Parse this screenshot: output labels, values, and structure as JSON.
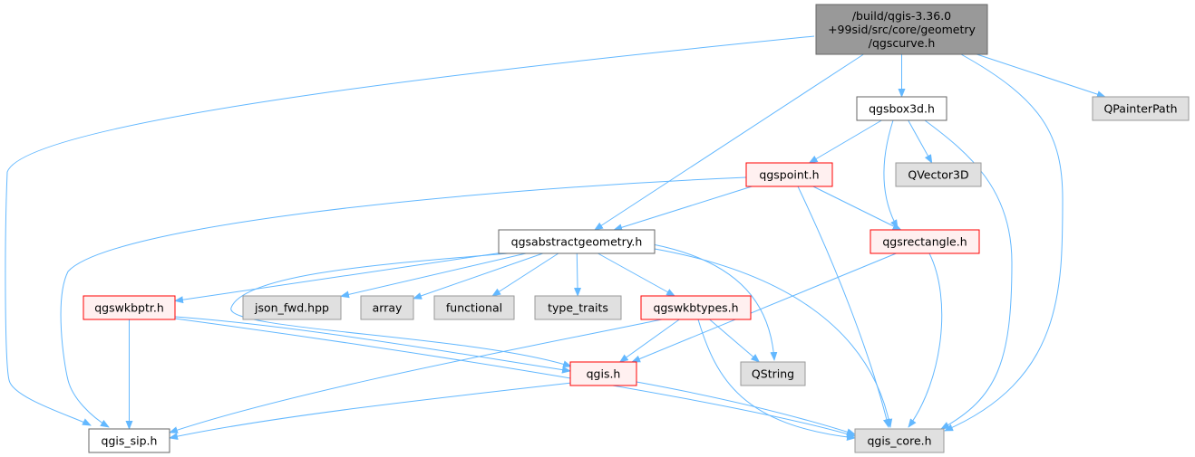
{
  "colors": {
    "edge": "#63b8ff",
    "root_fill": "#999999",
    "root_border": "#666666",
    "plain_fill": "#ffffff",
    "plain_border": "#666666",
    "red_fill": "#fff0f0",
    "red_border": "#ff0000",
    "gray_fill": "#e0e0e0",
    "gray_border": "#999999"
  },
  "nodes": [
    {
      "id": "root",
      "lines": [
        "/build/qgis-3.36.0",
        "+99sid/src/core/geometry",
        "/qgscurve.h"
      ],
      "style": "root"
    },
    {
      "id": "qgsbox3d",
      "lines": [
        "qgsbox3d.h"
      ],
      "style": "plain"
    },
    {
      "id": "qpainterpath",
      "lines": [
        "QPainterPath"
      ],
      "style": "gray"
    },
    {
      "id": "qgspoint",
      "lines": [
        "qgspoint.h"
      ],
      "style": "red"
    },
    {
      "id": "qvector3d",
      "lines": [
        "QVector3D"
      ],
      "style": "gray"
    },
    {
      "id": "qgsabstractgeometry",
      "lines": [
        "qgsabstractgeometry.h"
      ],
      "style": "plain"
    },
    {
      "id": "qgsrectangle",
      "lines": [
        "qgsrectangle.h"
      ],
      "style": "red"
    },
    {
      "id": "qgswkbptr",
      "lines": [
        "qgswkbptr.h"
      ],
      "style": "red"
    },
    {
      "id": "json_fwd",
      "lines": [
        "json_fwd.hpp"
      ],
      "style": "gray"
    },
    {
      "id": "array",
      "lines": [
        "array"
      ],
      "style": "gray"
    },
    {
      "id": "functional",
      "lines": [
        "functional"
      ],
      "style": "gray"
    },
    {
      "id": "type_traits",
      "lines": [
        "type_traits"
      ],
      "style": "gray"
    },
    {
      "id": "qgswkbtypes",
      "lines": [
        "qgswkbtypes.h"
      ],
      "style": "red"
    },
    {
      "id": "qgis",
      "lines": [
        "qgis.h"
      ],
      "style": "red"
    },
    {
      "id": "qstring",
      "lines": [
        "QString"
      ],
      "style": "gray"
    },
    {
      "id": "qgis_sip",
      "lines": [
        "qgis_sip.h"
      ],
      "style": "plain"
    },
    {
      "id": "qgis_core",
      "lines": [
        "qgis_core.h"
      ],
      "style": "gray"
    }
  ],
  "edges": [
    [
      "root",
      "qgis_sip"
    ],
    [
      "root",
      "qgsabstractgeometry"
    ],
    [
      "root",
      "qgsbox3d"
    ],
    [
      "root",
      "qgis_core"
    ],
    [
      "root",
      "qpainterpath"
    ],
    [
      "qgsbox3d",
      "qgspoint"
    ],
    [
      "qgsbox3d",
      "qvector3d"
    ],
    [
      "qgsbox3d",
      "qgsrectangle"
    ],
    [
      "qgsbox3d",
      "qgis_core"
    ],
    [
      "qgspoint",
      "qgis_sip"
    ],
    [
      "qgspoint",
      "qgsabstractgeometry"
    ],
    [
      "qgspoint",
      "qgsrectangle"
    ],
    [
      "qgspoint",
      "qgis_core"
    ],
    [
      "qgsrectangle",
      "qgis"
    ],
    [
      "qgsrectangle",
      "qgis_core"
    ],
    [
      "qgsabstractgeometry",
      "qgswkbptr"
    ],
    [
      "qgsabstractgeometry",
      "json_fwd"
    ],
    [
      "qgsabstractgeometry",
      "array"
    ],
    [
      "qgsabstractgeometry",
      "functional"
    ],
    [
      "qgsabstractgeometry",
      "type_traits"
    ],
    [
      "qgsabstractgeometry",
      "qgswkbtypes"
    ],
    [
      "qgsabstractgeometry",
      "qgis"
    ],
    [
      "qgsabstractgeometry",
      "qstring"
    ],
    [
      "qgsabstractgeometry",
      "qgis_core"
    ],
    [
      "qgswkbptr",
      "qgis_sip"
    ],
    [
      "qgswkbptr",
      "qgis"
    ],
    [
      "qgswkbptr",
      "qgis_core"
    ],
    [
      "qgswkbtypes",
      "qgis_sip"
    ],
    [
      "qgswkbtypes",
      "qgis"
    ],
    [
      "qgswkbtypes",
      "qstring"
    ],
    [
      "qgswkbtypes",
      "qgis_core"
    ],
    [
      "qgis",
      "qgis_sip"
    ],
    [
      "qgis",
      "qgis_core"
    ]
  ]
}
